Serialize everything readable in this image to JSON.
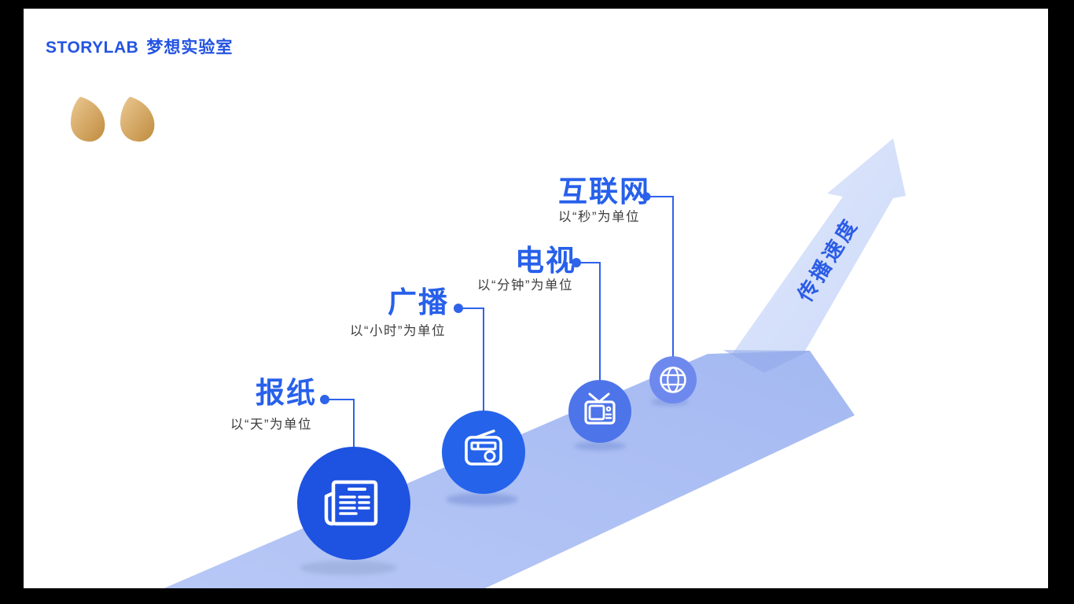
{
  "slide": {
    "header": {
      "brand": "STORYLAB",
      "suffix": "梦想实验室"
    },
    "decor": {
      "quote_icon": "double-quote-icon",
      "gold_light": "#ecc892",
      "gold_dark": "#bf8c3e"
    },
    "diagram": {
      "type": "ascending-arrow-timeline",
      "arrow_label": "传播速度",
      "stages": [
        {
          "id": "newspaper",
          "title": "报纸",
          "unit": "以“天”为单位",
          "icon": "newspaper-icon",
          "circle_color": "#1e52e0"
        },
        {
          "id": "radio",
          "title": "广播",
          "unit": "以“小时”为单位",
          "icon": "radio-icon",
          "circle_color": "#2563eb"
        },
        {
          "id": "tv",
          "title": "电视",
          "unit": "以“分钟”为单位",
          "icon": "tv-icon",
          "circle_color": "#4d74e9"
        },
        {
          "id": "internet",
          "title": "互联网",
          "unit": "以“秒”为单位",
          "icon": "globe-icon",
          "circle_color": "#6e89ee"
        }
      ],
      "colors": {
        "accent_blue": "#2e63ea",
        "title_blue": "#2760ea",
        "ramp_light": "#b6c7f6",
        "ramp_dark": "#a4b9f2",
        "arrow_light": "#dee7fc",
        "arrow_dark": "#cbd8f9",
        "letterbox": "#000000"
      }
    }
  }
}
